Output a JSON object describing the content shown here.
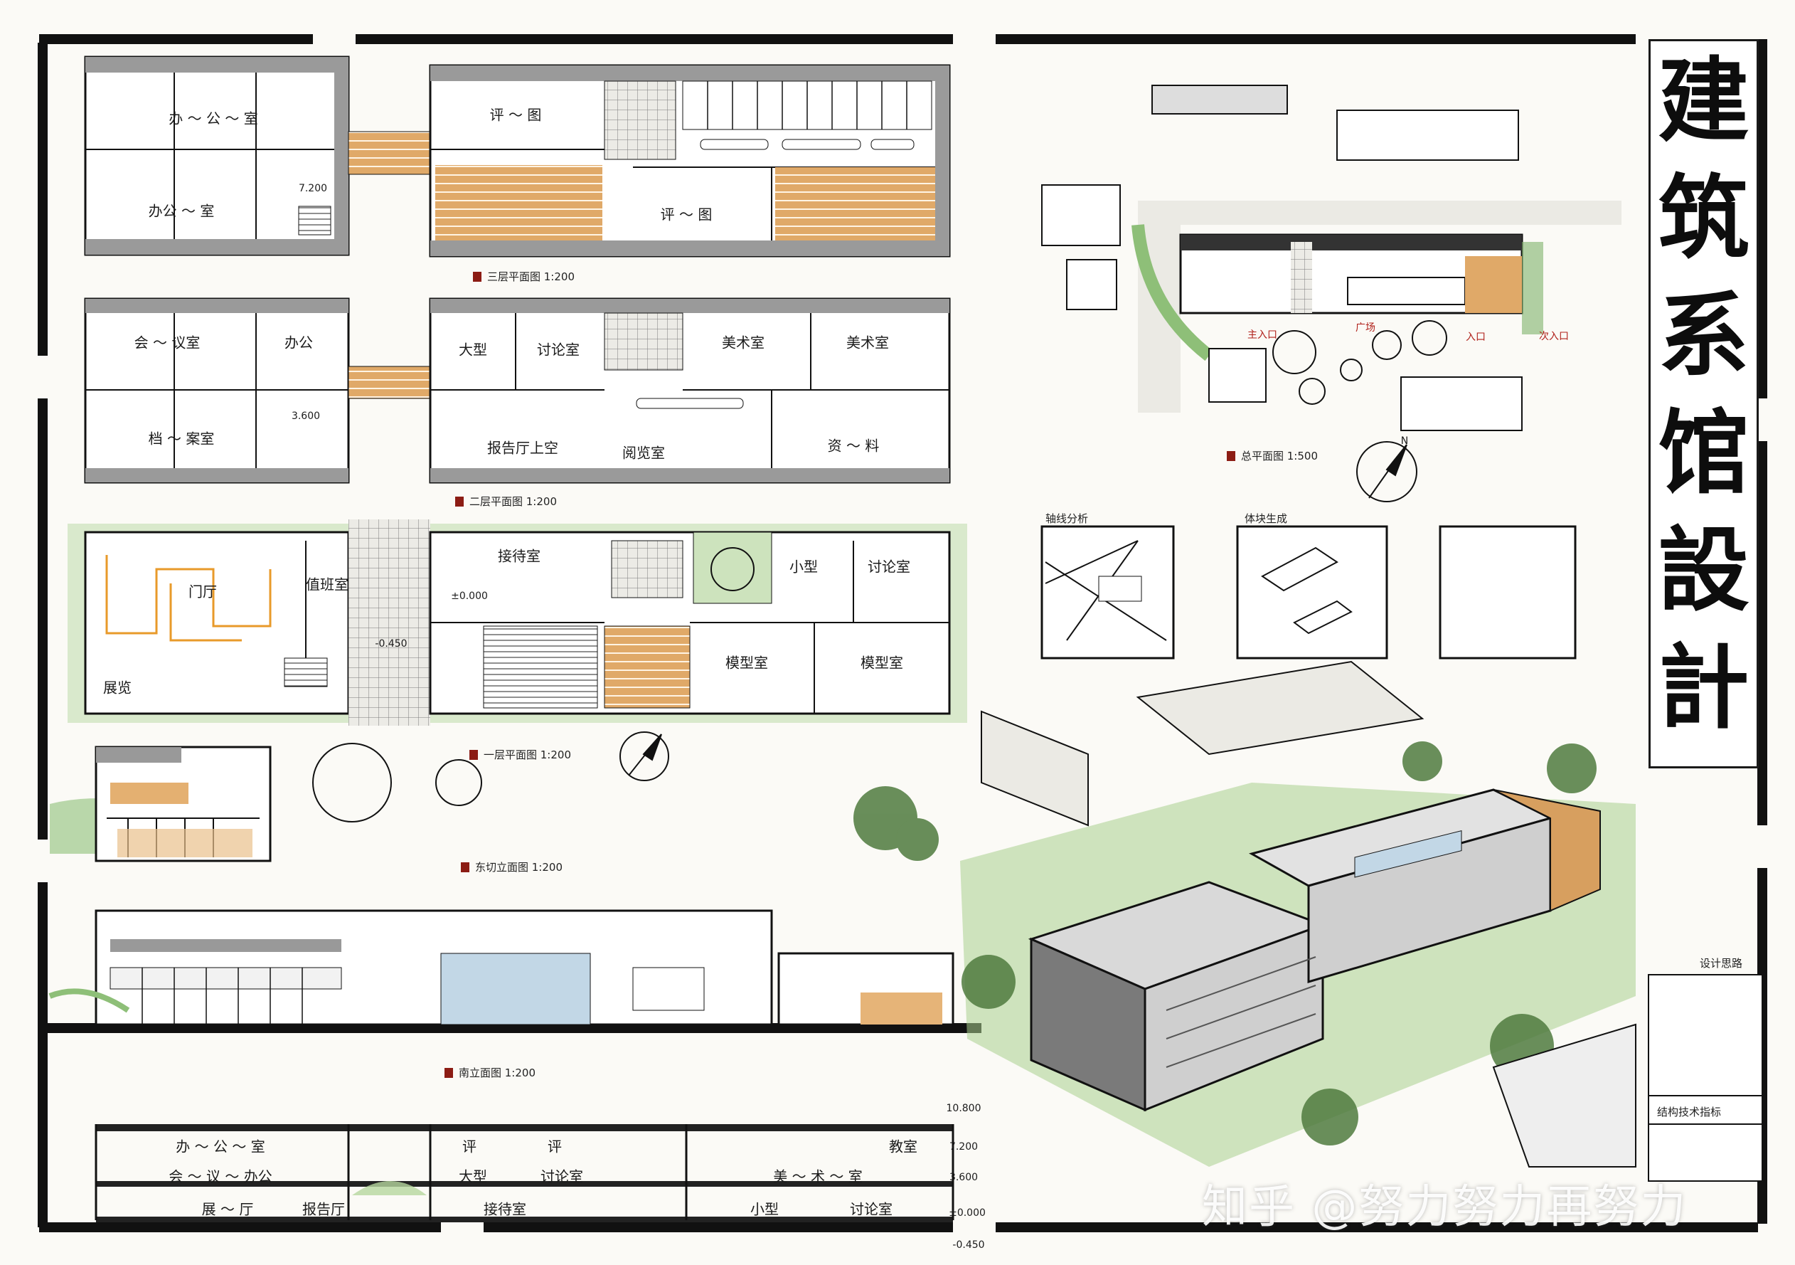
{
  "title": {
    "chars": [
      "建",
      "筑",
      "系",
      "馆",
      "設",
      "計"
    ]
  },
  "drawing_labels": {
    "third_floor": "三层平面图 1:200",
    "second_floor": "二层平面图 1:200",
    "first_floor": "一层平面图 1:200",
    "east_elevation": "东切立面图 1:200",
    "south_elevation": "南立面图 1:200",
    "site_plan": "总平面图 1:500",
    "concept1": "轴线分析",
    "concept2": "体块生成"
  },
  "rooms": {
    "f3": [
      "办 ～ 公 ～ 室",
      "办公 ～ 室",
      "评 ～ 图",
      "评 ～ 图"
    ],
    "f3_levels": [
      "7.200"
    ],
    "f2": [
      "会 ～ 议室",
      "办公",
      "档 ～ 案室",
      "大型",
      "讨论室",
      "美术室",
      "美术室",
      "报告厅上空",
      "阅览室",
      "资 ～ 料"
    ],
    "f2_levels": [
      "3.600"
    ],
    "f1": [
      "门厅",
      "值班室",
      "接待室",
      "小型",
      "讨论室",
      "模型室",
      "模型室",
      "展览"
    ],
    "f1_levels": [
      "±0.000",
      "-0.450"
    ],
    "section": [
      "办 ～ 公 ～ 室",
      "评",
      "评",
      "教室",
      "会 ～ 议 ～ 办公",
      "大型",
      "讨论室",
      "美 ～ 术 ～ 室",
      "展 ～ 厅",
      "报告厅",
      "接待室",
      "小型",
      "讨论室"
    ],
    "section_levels": [
      "10.800",
      "7.200",
      "3.600",
      "±0.000",
      "-0.450"
    ]
  },
  "site_notes": [
    "主入口",
    "入口",
    "广场",
    "次入口"
  ],
  "north": "N",
  "title_block": {
    "rows": [
      "设计思路",
      "",
      "结构技术指标"
    ]
  },
  "watermark": "知乎 @努力努力再努力",
  "colors": {
    "ink": "#1a1a1a",
    "green": "#7fb26a",
    "wood": "#d9a366",
    "grey": "#a7a7a7",
    "glass": "#8fb3c8",
    "stamp": "#8c1c14"
  }
}
